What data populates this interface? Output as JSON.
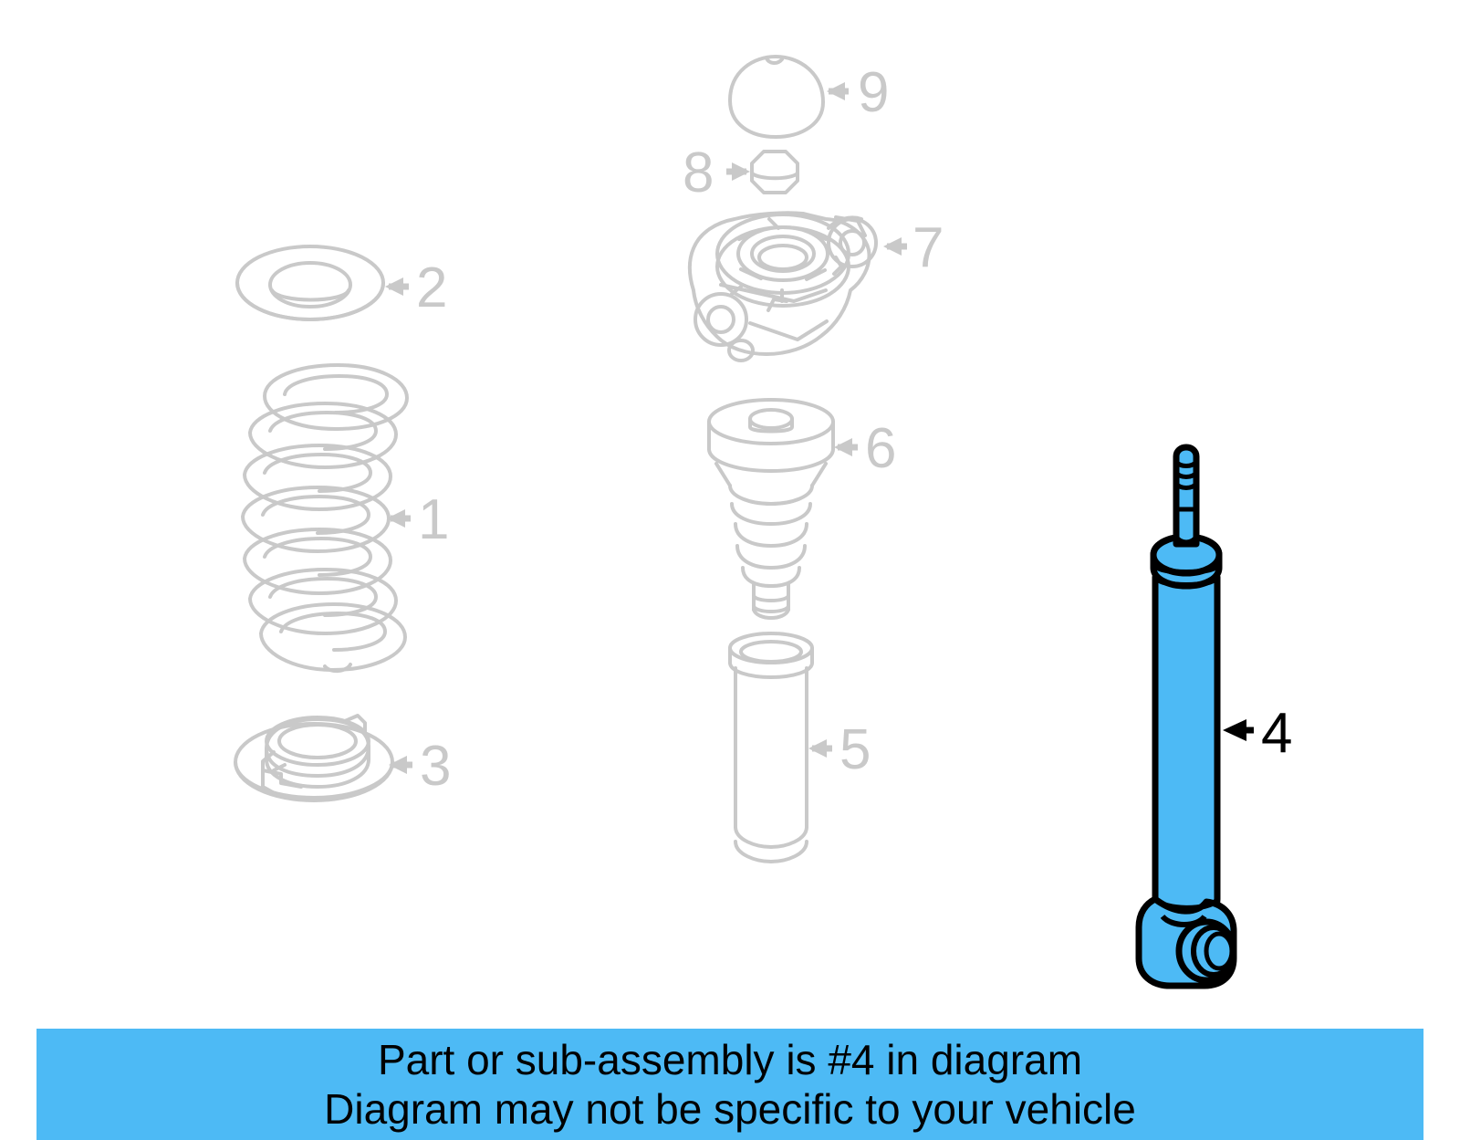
{
  "diagram": {
    "title": "Rear suspension strut exploded diagram",
    "highlighted_part_number": "4",
    "colors": {
      "outline_gray": "#c9c9c9",
      "highlight_fill": "#4dbaf5",
      "highlight_outline": "#000000",
      "banner_background": "#4dbaf5",
      "banner_text": "#000000"
    },
    "callouts": [
      {
        "id": "1",
        "label": "1",
        "part": "coil-spring",
        "highlighted": false,
        "arrow_direction": "left"
      },
      {
        "id": "2",
        "label": "2",
        "part": "upper-spring-seat",
        "highlighted": false,
        "arrow_direction": "left"
      },
      {
        "id": "3",
        "label": "3",
        "part": "lower-spring-seat",
        "highlighted": false,
        "arrow_direction": "left"
      },
      {
        "id": "4",
        "label": "4",
        "part": "shock-absorber",
        "highlighted": true,
        "arrow_direction": "left"
      },
      {
        "id": "5",
        "label": "5",
        "part": "dust-boot-tube",
        "highlighted": false,
        "arrow_direction": "left"
      },
      {
        "id": "6",
        "label": "6",
        "part": "bump-stop",
        "highlighted": false,
        "arrow_direction": "left"
      },
      {
        "id": "7",
        "label": "7",
        "part": "strut-mount",
        "highlighted": false,
        "arrow_direction": "left"
      },
      {
        "id": "8",
        "label": "8",
        "part": "hex-nut",
        "highlighted": false,
        "arrow_direction": "right"
      },
      {
        "id": "9",
        "label": "9",
        "part": "dust-cap",
        "highlighted": false,
        "arrow_direction": "left"
      }
    ]
  },
  "banner": {
    "line1": "Part or sub-assembly is #4 in diagram",
    "line2": "Diagram may not be specific to your vehicle"
  }
}
